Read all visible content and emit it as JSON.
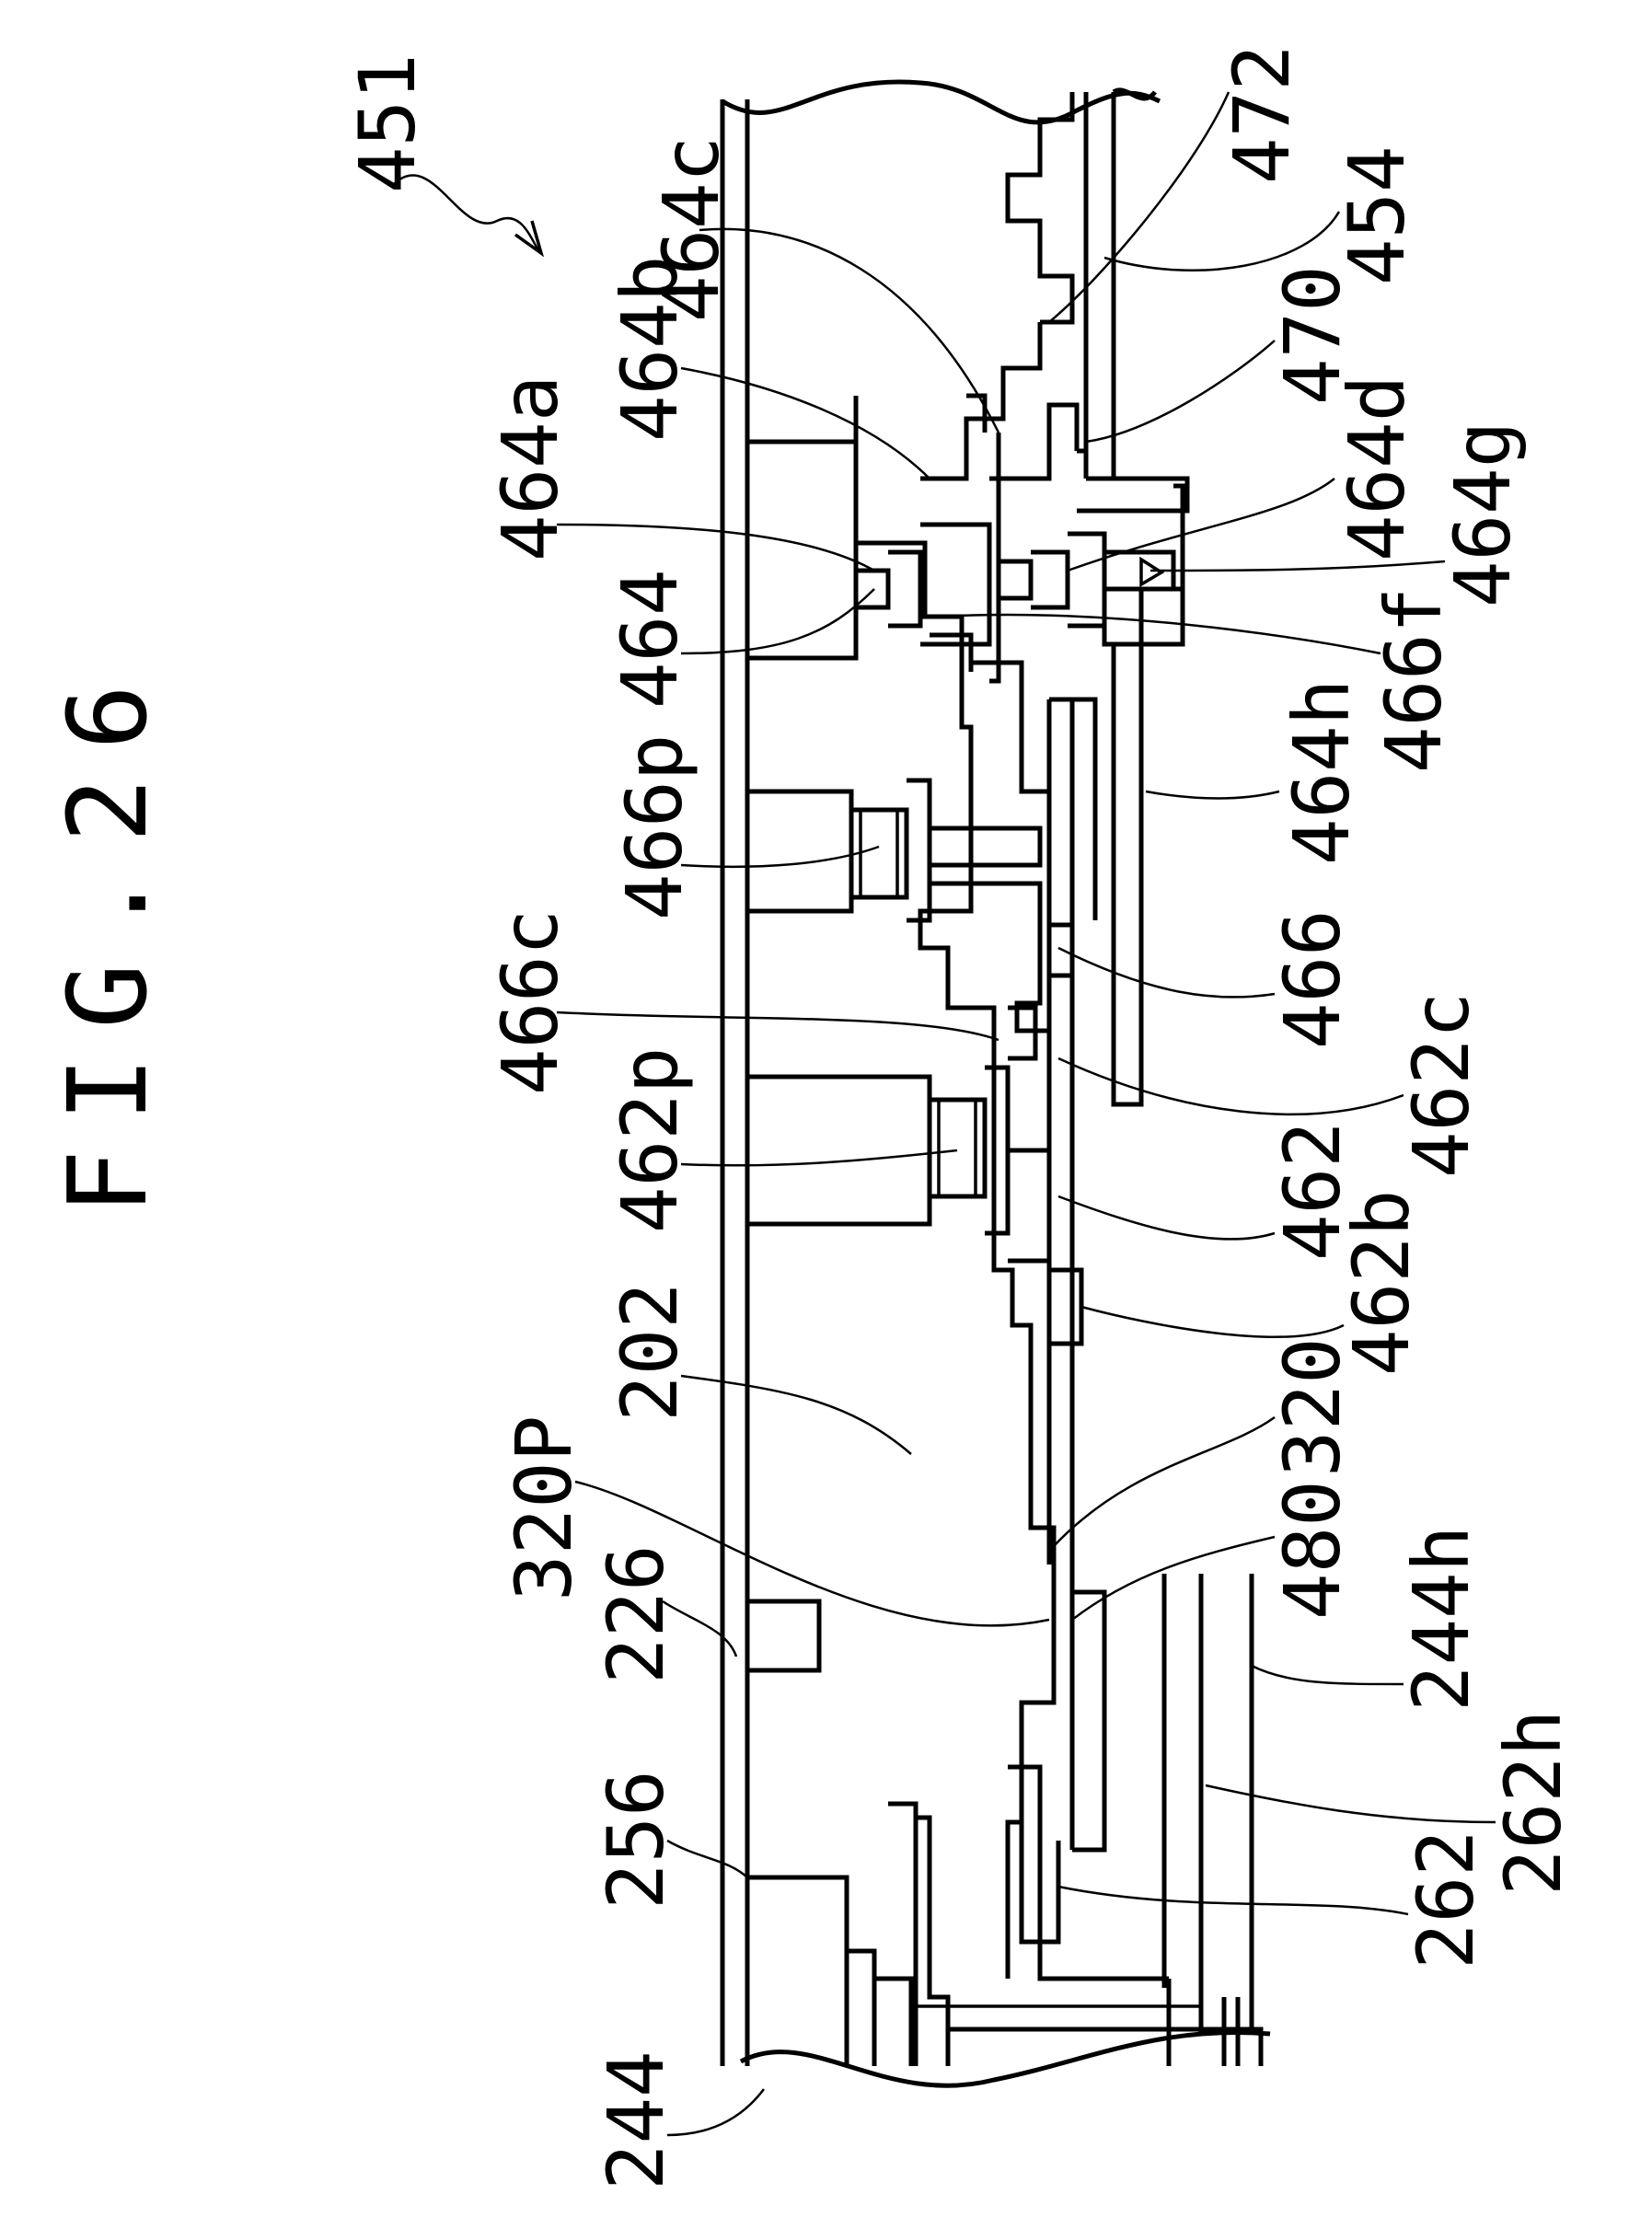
{
  "figure": {
    "title": "FIG.26",
    "assembly_ref": "451",
    "labels": [
      {
        "id": "l472",
        "text": "472"
      },
      {
        "id": "l454",
        "text": "454"
      },
      {
        "id": "l464c",
        "text": "464c"
      },
      {
        "id": "l464b",
        "text": "464b"
      },
      {
        "id": "l470",
        "text": "470"
      },
      {
        "id": "l464d",
        "text": "464d"
      },
      {
        "id": "l464a",
        "text": "464a"
      },
      {
        "id": "l464g",
        "text": "464g"
      },
      {
        "id": "l464",
        "text": "464"
      },
      {
        "id": "l466f",
        "text": "466f"
      },
      {
        "id": "l464h",
        "text": "464h"
      },
      {
        "id": "l466p",
        "text": "466p"
      },
      {
        "id": "l466",
        "text": "466"
      },
      {
        "id": "l466c",
        "text": "466c"
      },
      {
        "id": "l462c",
        "text": "462c"
      },
      {
        "id": "l462p",
        "text": "462p"
      },
      {
        "id": "l462",
        "text": "462"
      },
      {
        "id": "l462b",
        "text": "462b"
      },
      {
        "id": "l202",
        "text": "202"
      },
      {
        "id": "l320",
        "text": "320"
      },
      {
        "id": "l320P",
        "text": "320P"
      },
      {
        "id": "l480",
        "text": "480"
      },
      {
        "id": "l226",
        "text": "226"
      },
      {
        "id": "l244h",
        "text": "244h"
      },
      {
        "id": "l262h",
        "text": "262h"
      },
      {
        "id": "l256",
        "text": "256"
      },
      {
        "id": "l262",
        "text": "262"
      },
      {
        "id": "l244",
        "text": "244"
      }
    ]
  }
}
